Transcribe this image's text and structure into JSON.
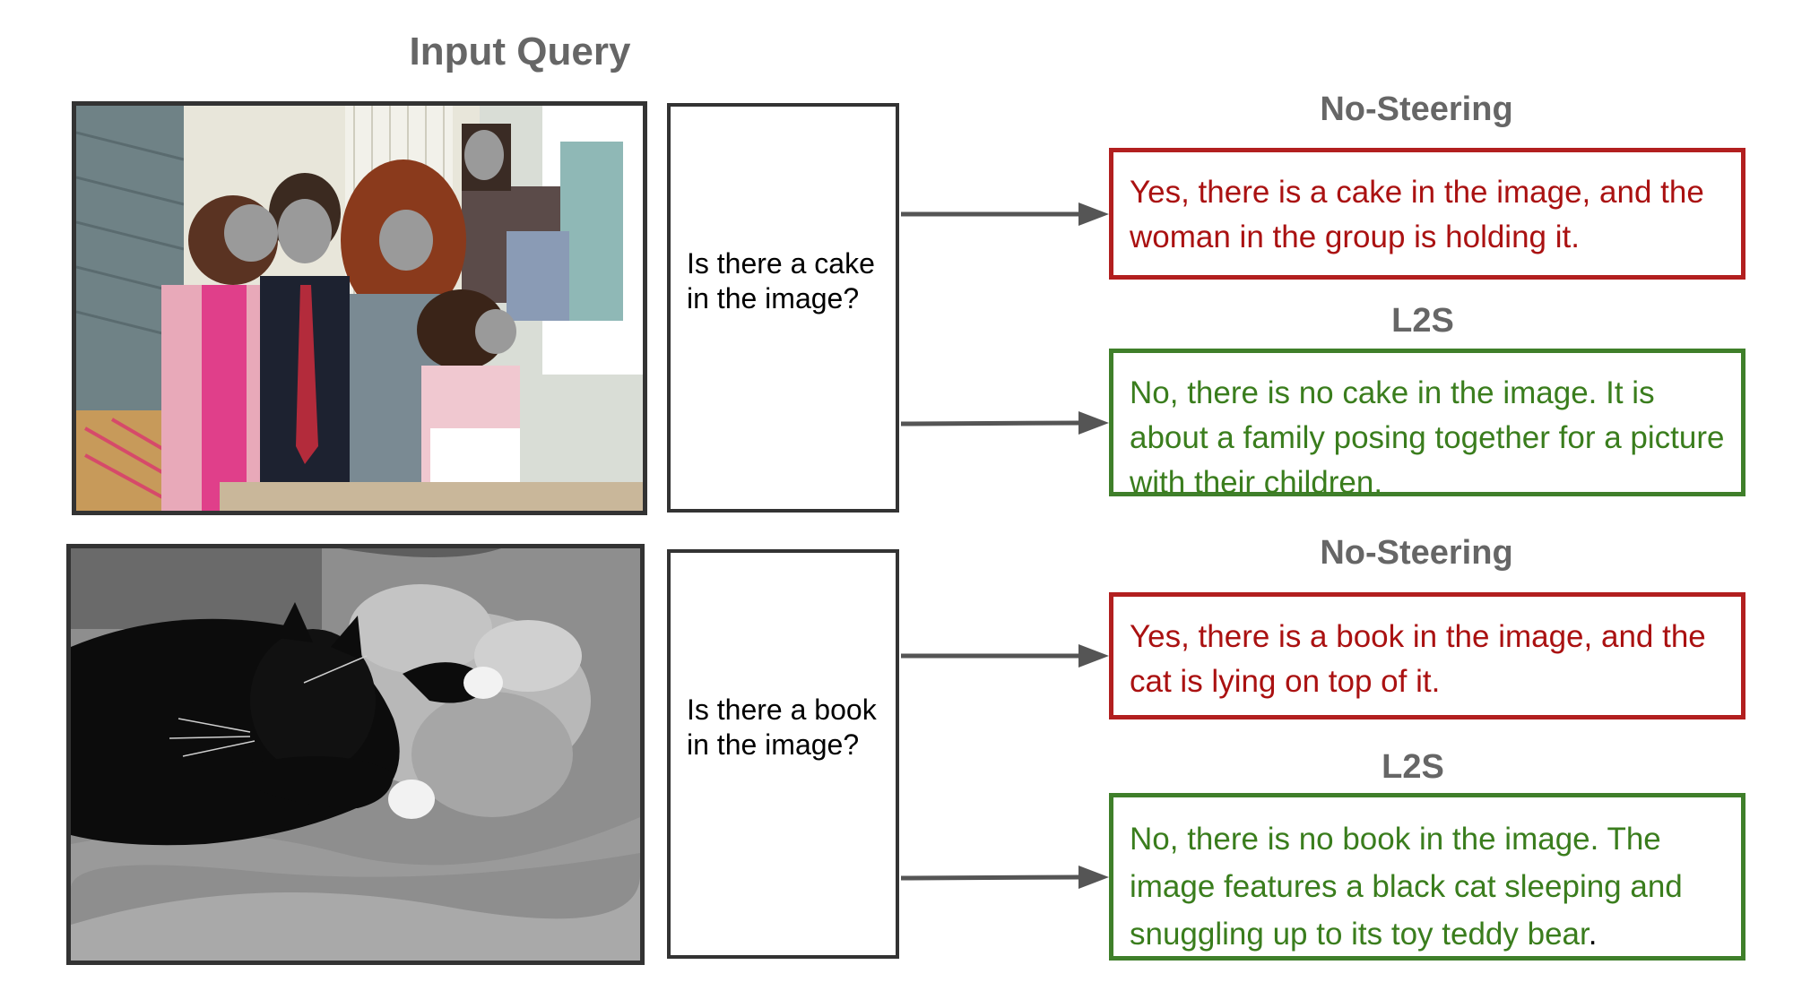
{
  "header": {
    "title": "Input Query"
  },
  "examples": [
    {
      "question": "Is there a cake in the image?",
      "no_steering": {
        "label": "No-Steering",
        "answer": "Yes, there is a cake in the image, and the woman in the group is holding it."
      },
      "l2s": {
        "label": "L2S",
        "answer": "No, there is no cake in the image. It is about a family posing together for a picture with their children."
      }
    },
    {
      "question": "Is there a book in the image?",
      "no_steering": {
        "label": "No-Steering",
        "answer": "Yes, there is a book in the image, and the cat is lying on top of it."
      },
      "l2s": {
        "label": "L2S",
        "answer": "No, there is no book in the image. The image features a black cat sleeping and snuggling up to its toy teddy bear",
        "answer_end": "."
      }
    }
  ],
  "colors": {
    "no_steering": "#b21f1f",
    "l2s": "#3f7f2a",
    "label": "#666666",
    "frame": "#333333"
  }
}
